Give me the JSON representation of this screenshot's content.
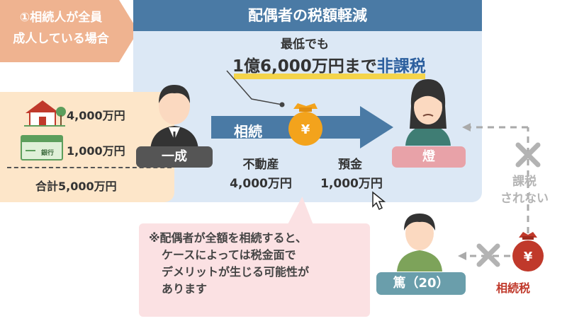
{
  "tag": {
    "line1": "①相続人が全員",
    "line2": "成人している場合"
  },
  "header": {
    "title": "配偶者の税額軽減"
  },
  "note": {
    "top": "最低でも",
    "main_prefix": "1億6,000万円まで",
    "main_highlight": "非課税"
  },
  "assets": {
    "real_estate": "4,000万円",
    "deposit": "1,000万円",
    "bank_label": "銀行",
    "total": "合計5,000万円"
  },
  "people": {
    "decedent": "一成",
    "spouse": "燈",
    "child": "篤（20）"
  },
  "arrow": {
    "label": "相続"
  },
  "coin_symbol": "¥",
  "split": {
    "real_estate_label": "不動産",
    "real_estate_value": "4,000万円",
    "deposit_label": "預金",
    "deposit_value": "1,000万円"
  },
  "callout": {
    "line1": "※配偶者が全額を相続すると、",
    "line2": "ケースによっては税金面で",
    "line3": "デメリットが生じる可能性が",
    "line4": "あります"
  },
  "not_taxed": {
    "line1": "課税",
    "line2": "されない"
  },
  "inheritance_tax": "相続税",
  "colors": {
    "header": "#4a7aa5",
    "panel": "#dce8f5",
    "assets_bg": "#fde6c9",
    "tag": "#efb390",
    "callout": "#fbe1e3",
    "spouse_pill": "#e8a2a8",
    "child_pill": "#6a9eab",
    "decedent_pill": "#555555",
    "arrow": "#4a7aa5",
    "coin": "#f3a31c",
    "tax_bag": "#c0392b",
    "highlight_text": "#2c5f9e",
    "underline": "#f4d44a"
  }
}
